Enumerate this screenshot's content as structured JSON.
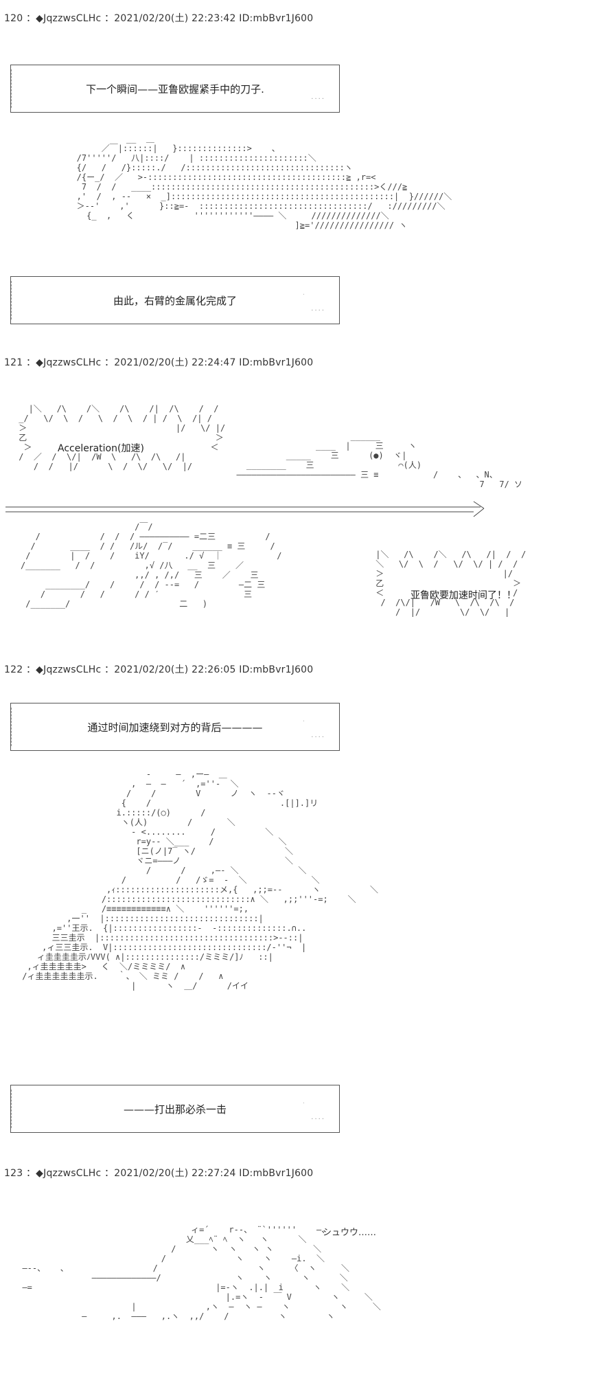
{
  "posts": [
    {
      "header": "120 ：◆JqzzwsCLHc ：2021/02/20(土) 22:23:42 ID:mbBvr1J600"
    },
    {
      "header": "121 ：◆JqzzwsCLHc ：2021/02/20(土) 22:24:47 ID:mbBvr1J600"
    },
    {
      "header": "122 ：◆JqzzwsCLHc ：2021/02/20(土) 22:26:05 ID:mbBvr1J600"
    },
    {
      "header": "123 ：◆JqzzwsCLHc ：2021/02/20(土) 22:27:24 ID:mbBvr1J600"
    }
  ],
  "boxes": {
    "b1": "下一个瞬间——亚鲁欧握紧手中的刀子.",
    "b2": "由此，右臂的金属化完成了",
    "b3": "通过时间加速绕到对方的背后————",
    "b4": "———打出那必杀一击"
  },
  "bubbles": {
    "acceleration": "Acceleration(加速)",
    "time_accel": "亚鲁欧要加速时间了！！"
  },
  "sfx": {
    "shuuu": "シュウウ……"
  }
}
